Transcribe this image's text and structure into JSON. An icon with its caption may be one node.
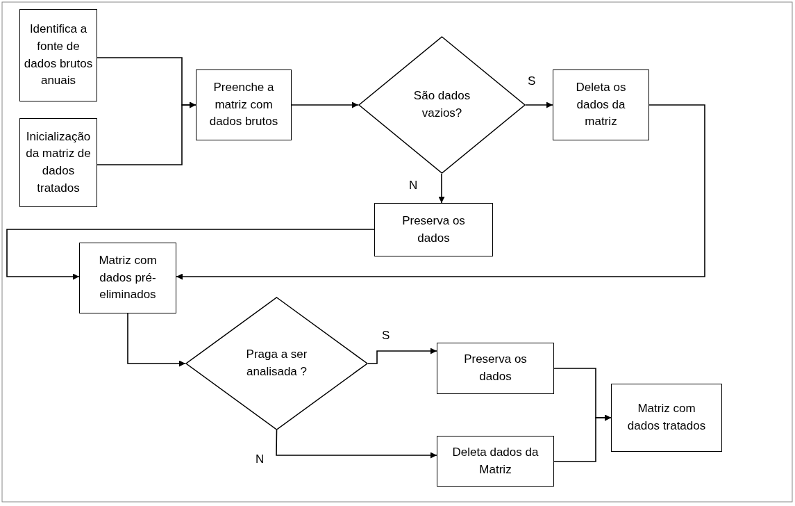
{
  "diagram": {
    "nodes": [
      {
        "text": [
          "Identifica a fonte de dados brutos anuais"
        ]
      },
      {
        "text": [
          "Inicialização da matriz de dados tratados"
        ]
      },
      {
        "text": [
          "Preenche a matriz com dados brutos"
        ]
      },
      {
        "text": [
          "São dados vazios?"
        ]
      },
      {
        "text": [
          "Deleta os dados da matriz"
        ]
      },
      {
        "text": [
          "Preserva os dados"
        ]
      },
      {
        "text": [
          "Matriz com dados pré-eliminados"
        ]
      },
      {
        "text": [
          "Praga a ser analisada ?"
        ]
      },
      {
        "text": [
          "Preserva os dados"
        ]
      },
      {
        "text": [
          "Deleta dados da Matriz"
        ]
      },
      {
        "text": [
          "Matriz com dados tratados"
        ]
      }
    ],
    "edges": [
      {
        "from": 0,
        "to": 2,
        "arrow": "to"
      },
      {
        "from": 1,
        "to": 2,
        "arrow": "to"
      },
      {
        "from": 2,
        "to": 3,
        "arrow": "to"
      },
      {
        "from": 3,
        "to": 4,
        "arrow": "to",
        "label": "S"
      },
      {
        "from": 3,
        "to": 5,
        "arrow": "to",
        "label": "N"
      },
      {
        "from": 4,
        "to": 6,
        "arrow": "to"
      },
      {
        "from": 5,
        "to": 6,
        "arrow": "to"
      },
      {
        "from": 6,
        "to": 7,
        "arrow": "to"
      },
      {
        "from": 7,
        "to": 8,
        "arrow": "to",
        "label": "S"
      },
      {
        "from": 7,
        "to": 9,
        "arrow": "to",
        "label": "N"
      },
      {
        "from": 8,
        "to": 10,
        "arrow": "to"
      },
      {
        "from": 9,
        "to": 10,
        "arrow": "to"
      }
    ]
  }
}
